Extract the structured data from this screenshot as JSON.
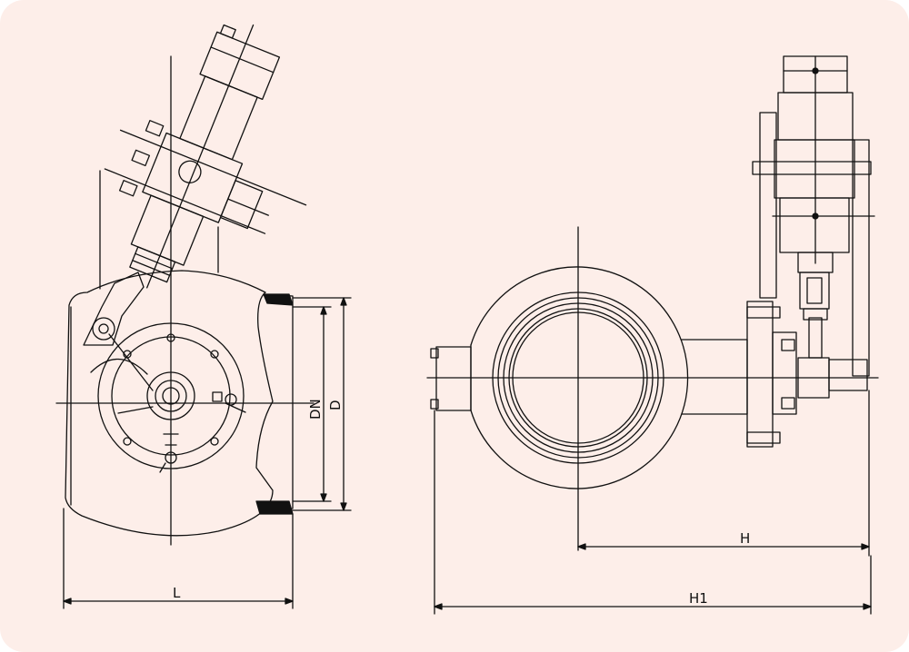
{
  "drawing": {
    "background_color": "#fdeee9",
    "line_color": "#111111",
    "dimensions": {
      "L": "L",
      "DN": "DN",
      "D": "D",
      "H": "H",
      "H1": "H1"
    }
  }
}
